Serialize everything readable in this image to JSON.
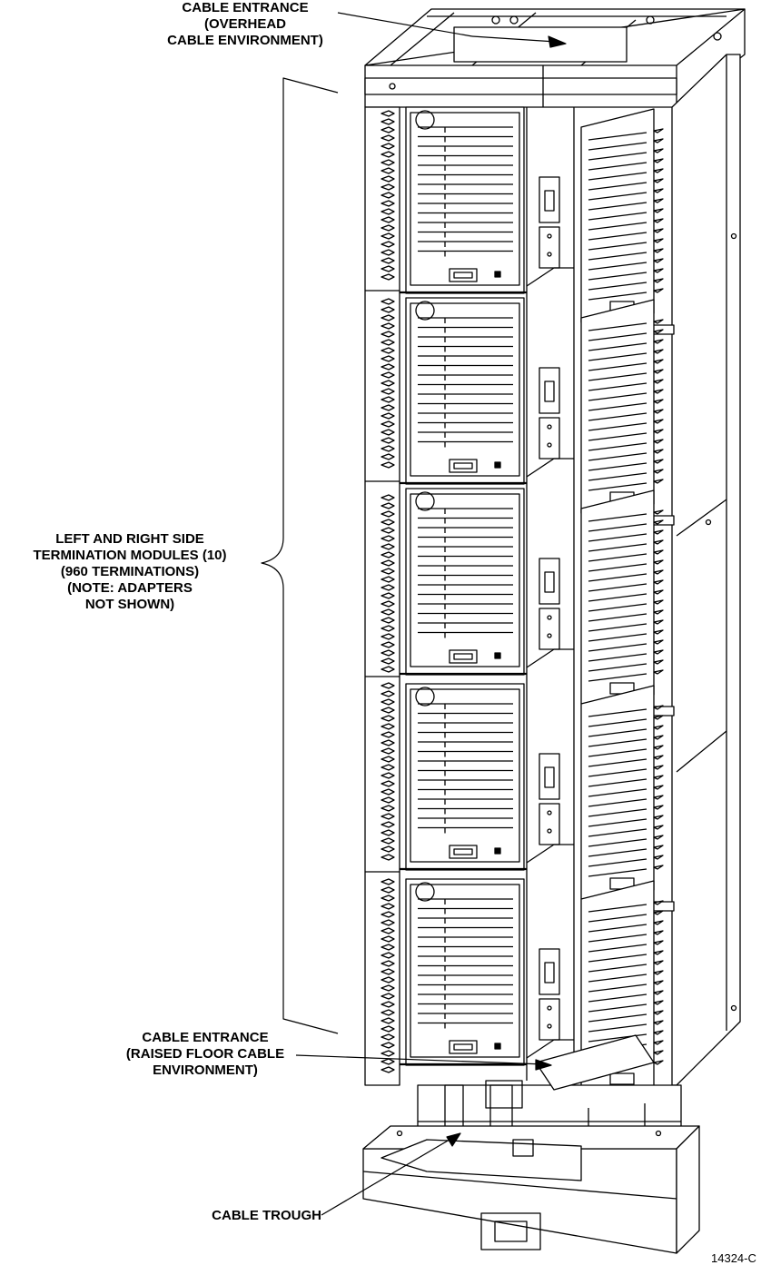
{
  "labels": {
    "top_entrance": [
      "CABLE ENTRANCE",
      "(OVERHEAD",
      "CABLE ENVIRONMENT)"
    ],
    "modules": [
      "LEFT AND RIGHT SIDE",
      "TERMINATION MODULES (10)",
      "(960 TERMINATIONS)",
      "(NOTE: ADAPTERS",
      "NOT SHOWN)"
    ],
    "bottom_entrance": [
      "CABLE ENTRANCE",
      "(RAISED FLOOR CABLE",
      "ENVIRONMENT)"
    ],
    "trough": "CABLE TROUGH"
  },
  "figure_number": "14324-C"
}
